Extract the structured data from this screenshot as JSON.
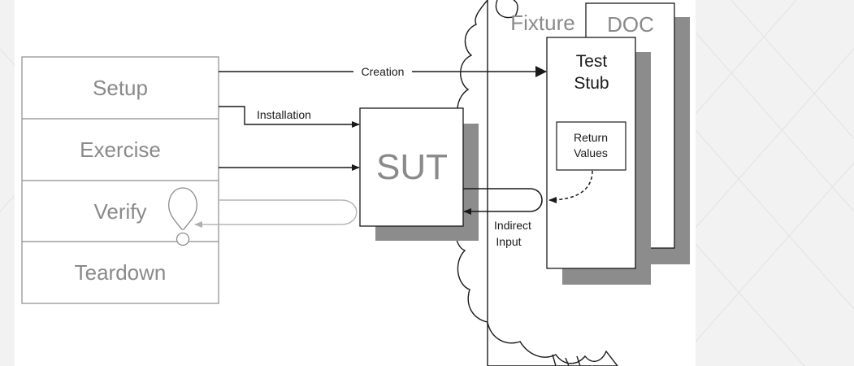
{
  "phases": [
    "Setup",
    "Exercise",
    "Verify",
    "Teardown"
  ],
  "sut": {
    "label": "SUT"
  },
  "fixture": {
    "label": "Fixture"
  },
  "doc": {
    "label": "DOC"
  },
  "test_stub": {
    "line1": "Test",
    "line2": "Stub"
  },
  "return_values": {
    "line1": "Return",
    "line2": "Values"
  },
  "arrows": {
    "creation": "Creation",
    "installation": "Installation",
    "indirect_input_line1": "Indirect",
    "indirect_input_line2": "Input"
  },
  "colors": {
    "stroke": "#1a1a1a",
    "phase_text": "#8a8a8a",
    "shadow": "#8c8c8d",
    "box_stroke": "#a8a8a8",
    "background": "#f2f2f2"
  }
}
